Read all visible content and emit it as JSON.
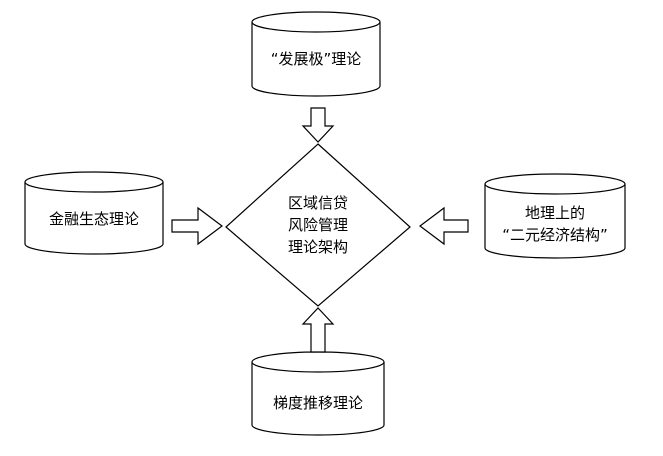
{
  "diagram": {
    "center": {
      "lines": [
        "区域信贷",
        "风险管理",
        "理论架构"
      ]
    },
    "top": {
      "lines": [
        "“发展极”理论"
      ]
    },
    "left": {
      "lines": [
        "金融生态理论"
      ]
    },
    "right": {
      "lines": [
        "地理上的",
        "“二元经济结构”"
      ]
    },
    "bottom": {
      "lines": [
        "梯度推移理论"
      ]
    }
  }
}
